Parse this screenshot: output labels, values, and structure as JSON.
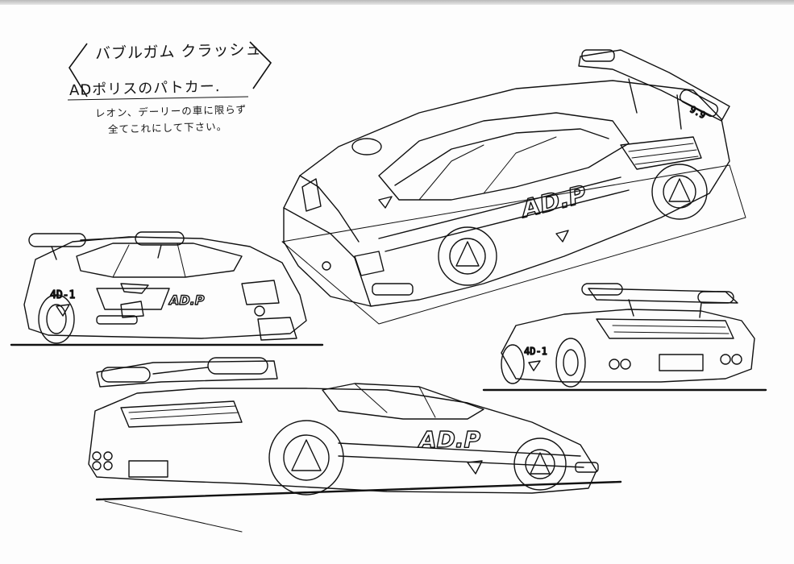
{
  "notes": {
    "title": "バブルガム クラッシュ",
    "subtitle": "ADポリスのパトカー.",
    "instruction_line1": "レオン、デーリーの車に限らず",
    "instruction_line2": "全てこれにして下さい。"
  },
  "car_markings": {
    "door_logo": "AD.P",
    "unit_number": "9.9",
    "side_number": "4D-1"
  },
  "colors": {
    "ink": "#111111",
    "paper": "#fdfdfd"
  }
}
